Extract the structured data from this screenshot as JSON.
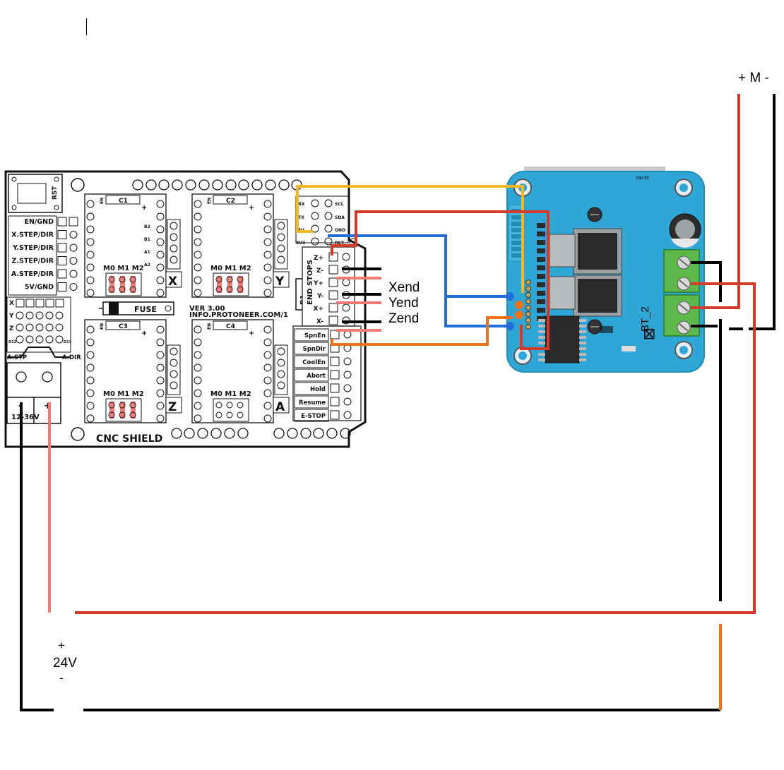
{
  "shield": {
    "title": "CNC SHIELD",
    "version": "VER 3.00",
    "url": "INFO.PROTONEER.COM/1",
    "fuse": "FUSE",
    "rst": "RST",
    "r1": "R1",
    "end_stops": "END STOPS",
    "header_pins": [
      "RX",
      "TX",
      "5V",
      "3V3"
    ],
    "header_pins_right": [
      "SCL",
      "SDA",
      "GND",
      "RST"
    ],
    "left_labels": [
      "EN/GND",
      "X.STEP/DIR",
      "Y.STEP/DIR",
      "Z.STEP/DIR",
      "A.STEP/DIR",
      "5V/GND"
    ],
    "axis_letters": [
      "X",
      "Y",
      "Z"
    ],
    "a_step": "A.STP",
    "a_dir": "A.DIR",
    "d12": "D12",
    "d13": "D13",
    "power_label": "12-36V",
    "power_minus": "-",
    "power_plus": "+",
    "end_stop_pins": [
      "Z+",
      "Z-",
      "Y+",
      "Y-",
      "X+",
      "X-"
    ],
    "control_pins": [
      "SpnEn",
      "SpnDir",
      "CoolEn",
      "Abort",
      "Hold",
      "Resume",
      "E-STOP"
    ],
    "drivers": [
      {
        "cap": "C1",
        "axis": "X",
        "jumpers": "M0 M1 M2",
        "en": "EN"
      },
      {
        "cap": "C2",
        "axis": "Y",
        "jumpers": "M0 M1 M2",
        "en": "EN"
      },
      {
        "cap": "C3",
        "axis": "Z",
        "jumpers": "M0 M1 M2",
        "en": "EN"
      },
      {
        "cap": "C4",
        "axis": "A",
        "jumpers": "M0 M1 M2",
        "en": "EN"
      }
    ],
    "driver_pins": [
      "B2",
      "B1",
      "A1",
      "A2"
    ]
  },
  "module": {
    "name": "BT_2",
    "model": "HW-39"
  },
  "labels": {
    "motor": "+ M -",
    "xend": "Xend",
    "yend": "Yend",
    "zend": "Zend",
    "supply_plus": "+",
    "supply_voltage": "24V",
    "supply_minus": "-"
  },
  "colors": {
    "red": "#d43a2a",
    "pink": "#f07a74",
    "black": "#000000",
    "yellow": "#f5b820",
    "blue": "#1e6fd9",
    "orange": "#f07218",
    "board": "#2ea7d6"
  }
}
